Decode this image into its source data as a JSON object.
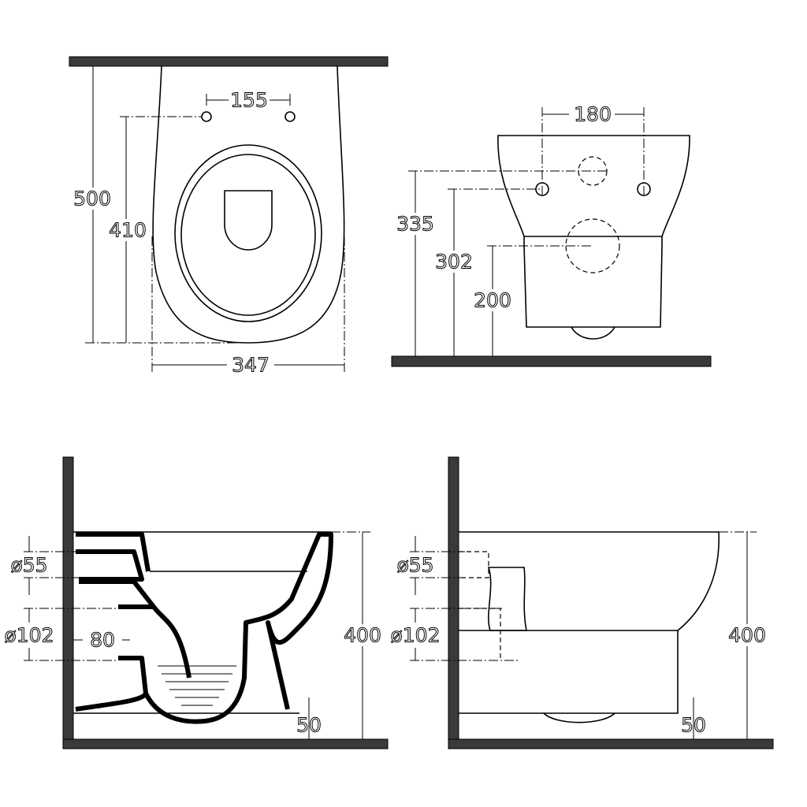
{
  "top_view": {
    "hole_spacing": "155",
    "total_length": "500",
    "hole_to_front": "410",
    "width": "347"
  },
  "front_view": {
    "hole_spacing": "180",
    "top_hole_height": "335",
    "side_hole_height": "302",
    "base_height": "200"
  },
  "side_section": {
    "inlet_diameter": "ø55",
    "outlet_diameter": "ø102",
    "outlet_depth": "80",
    "height": "400",
    "floor_gap": "50"
  },
  "side_view": {
    "inlet_diameter": "ø55",
    "outlet_diameter": "ø102",
    "height": "400",
    "floor_gap": "50"
  }
}
